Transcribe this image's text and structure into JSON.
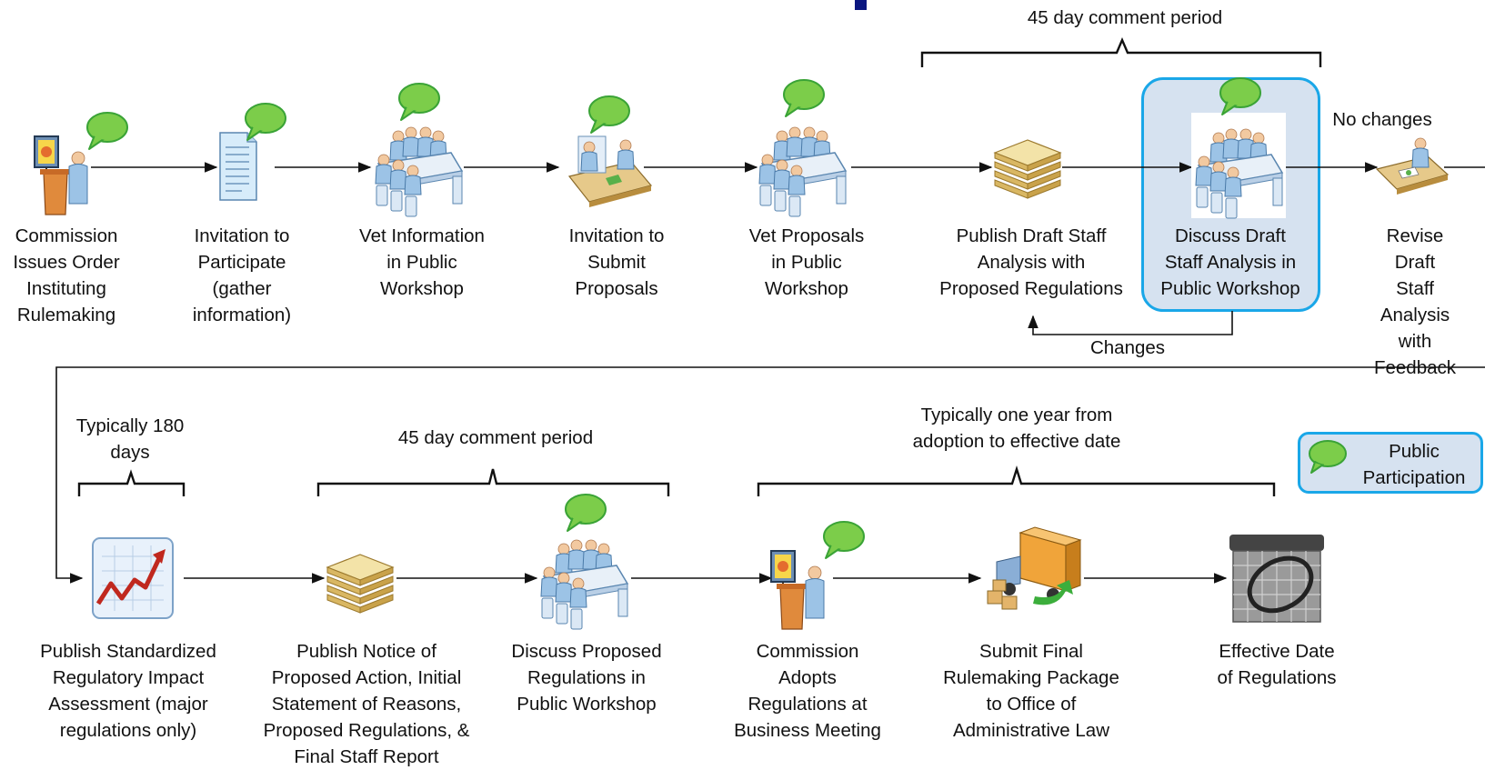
{
  "diagram": {
    "steps_row1": [
      {
        "id": "commission-issues-order",
        "label": "Commission\nIssues Order\nInstituting\nRulemaking",
        "icon": "presenter-podium-icon",
        "public_participation": true
      },
      {
        "id": "invitation-to-participate",
        "label": "Invitation to\nParticipate\n(gather\ninformation)",
        "icon": "document-icon",
        "public_participation": true
      },
      {
        "id": "vet-information",
        "label": "Vet Information\nin Public\nWorkshop",
        "icon": "meeting-table-icon",
        "public_participation": true
      },
      {
        "id": "invitation-to-submit",
        "label": "Invitation to\nSubmit\nProposals",
        "icon": "desk-meeting-icon",
        "public_participation": true
      },
      {
        "id": "vet-proposals",
        "label": "Vet Proposals\nin Public\nWorkshop",
        "icon": "meeting-table-icon",
        "public_participation": true
      },
      {
        "id": "publish-draft-staff-analysis",
        "label": "Publish Draft Staff\nAnalysis with\nProposed Regulations",
        "icon": "document-stack-icon",
        "public_participation": false
      },
      {
        "id": "discuss-draft-staff-analysis",
        "label": "Discuss Draft\nStaff Analysis in\nPublic Workshop",
        "icon": "meeting-table-icon",
        "public_participation": true
      },
      {
        "id": "revise-draft-staff-analysis",
        "label": "Revise Draft\nStaff Analysis\nwith Feedback",
        "icon": "writing-at-desk-icon",
        "public_participation": false
      }
    ],
    "steps_row2": [
      {
        "id": "publish-sria",
        "label": "Publish Standardized\nRegulatory Impact\nAssessment (major\nregulations only)",
        "icon": "trend-chart-icon",
        "public_participation": false
      },
      {
        "id": "publish-notice",
        "label": "Publish Notice of\nProposed Action, Initial\nStatement of Reasons,\nProposed Regulations, &\nFinal Staff Report",
        "icon": "document-stack-icon",
        "public_participation": false
      },
      {
        "id": "discuss-proposed-regulations",
        "label": "Discuss Proposed\nRegulations in\nPublic Workshop",
        "icon": "meeting-table-icon",
        "public_participation": true
      },
      {
        "id": "commission-adopts",
        "label": "Commission\nAdopts\nRegulations at\nBusiness Meeting",
        "icon": "presenter-podium-icon",
        "public_participation": true
      },
      {
        "id": "submit-final-package",
        "label": "Submit Final\nRulemaking Package\nto Office of\nAdministrative Law",
        "icon": "delivery-truck-icon",
        "public_participation": false
      },
      {
        "id": "effective-date",
        "label": "Effective Date\nof Regulations",
        "icon": "calendar-icon",
        "public_participation": false
      }
    ],
    "annotations": {
      "comment_period_row1": "45 day comment period",
      "no_changes": "No changes",
      "changes": "Changes",
      "typically_180": "Typically 180\ndays",
      "comment_period_row2": "45 day comment period",
      "one_year": "Typically one year from\nadoption to effective date"
    },
    "legend": {
      "label": "Public\nParticipation",
      "icon": "speech-bubble-icon"
    },
    "colors": {
      "highlight_fill": "#d6e2f0",
      "highlight_border": "#1aa7e8",
      "bubble_green": "#7ccd4a",
      "bubble_border": "#3aa336",
      "arrow": "#111111"
    }
  }
}
